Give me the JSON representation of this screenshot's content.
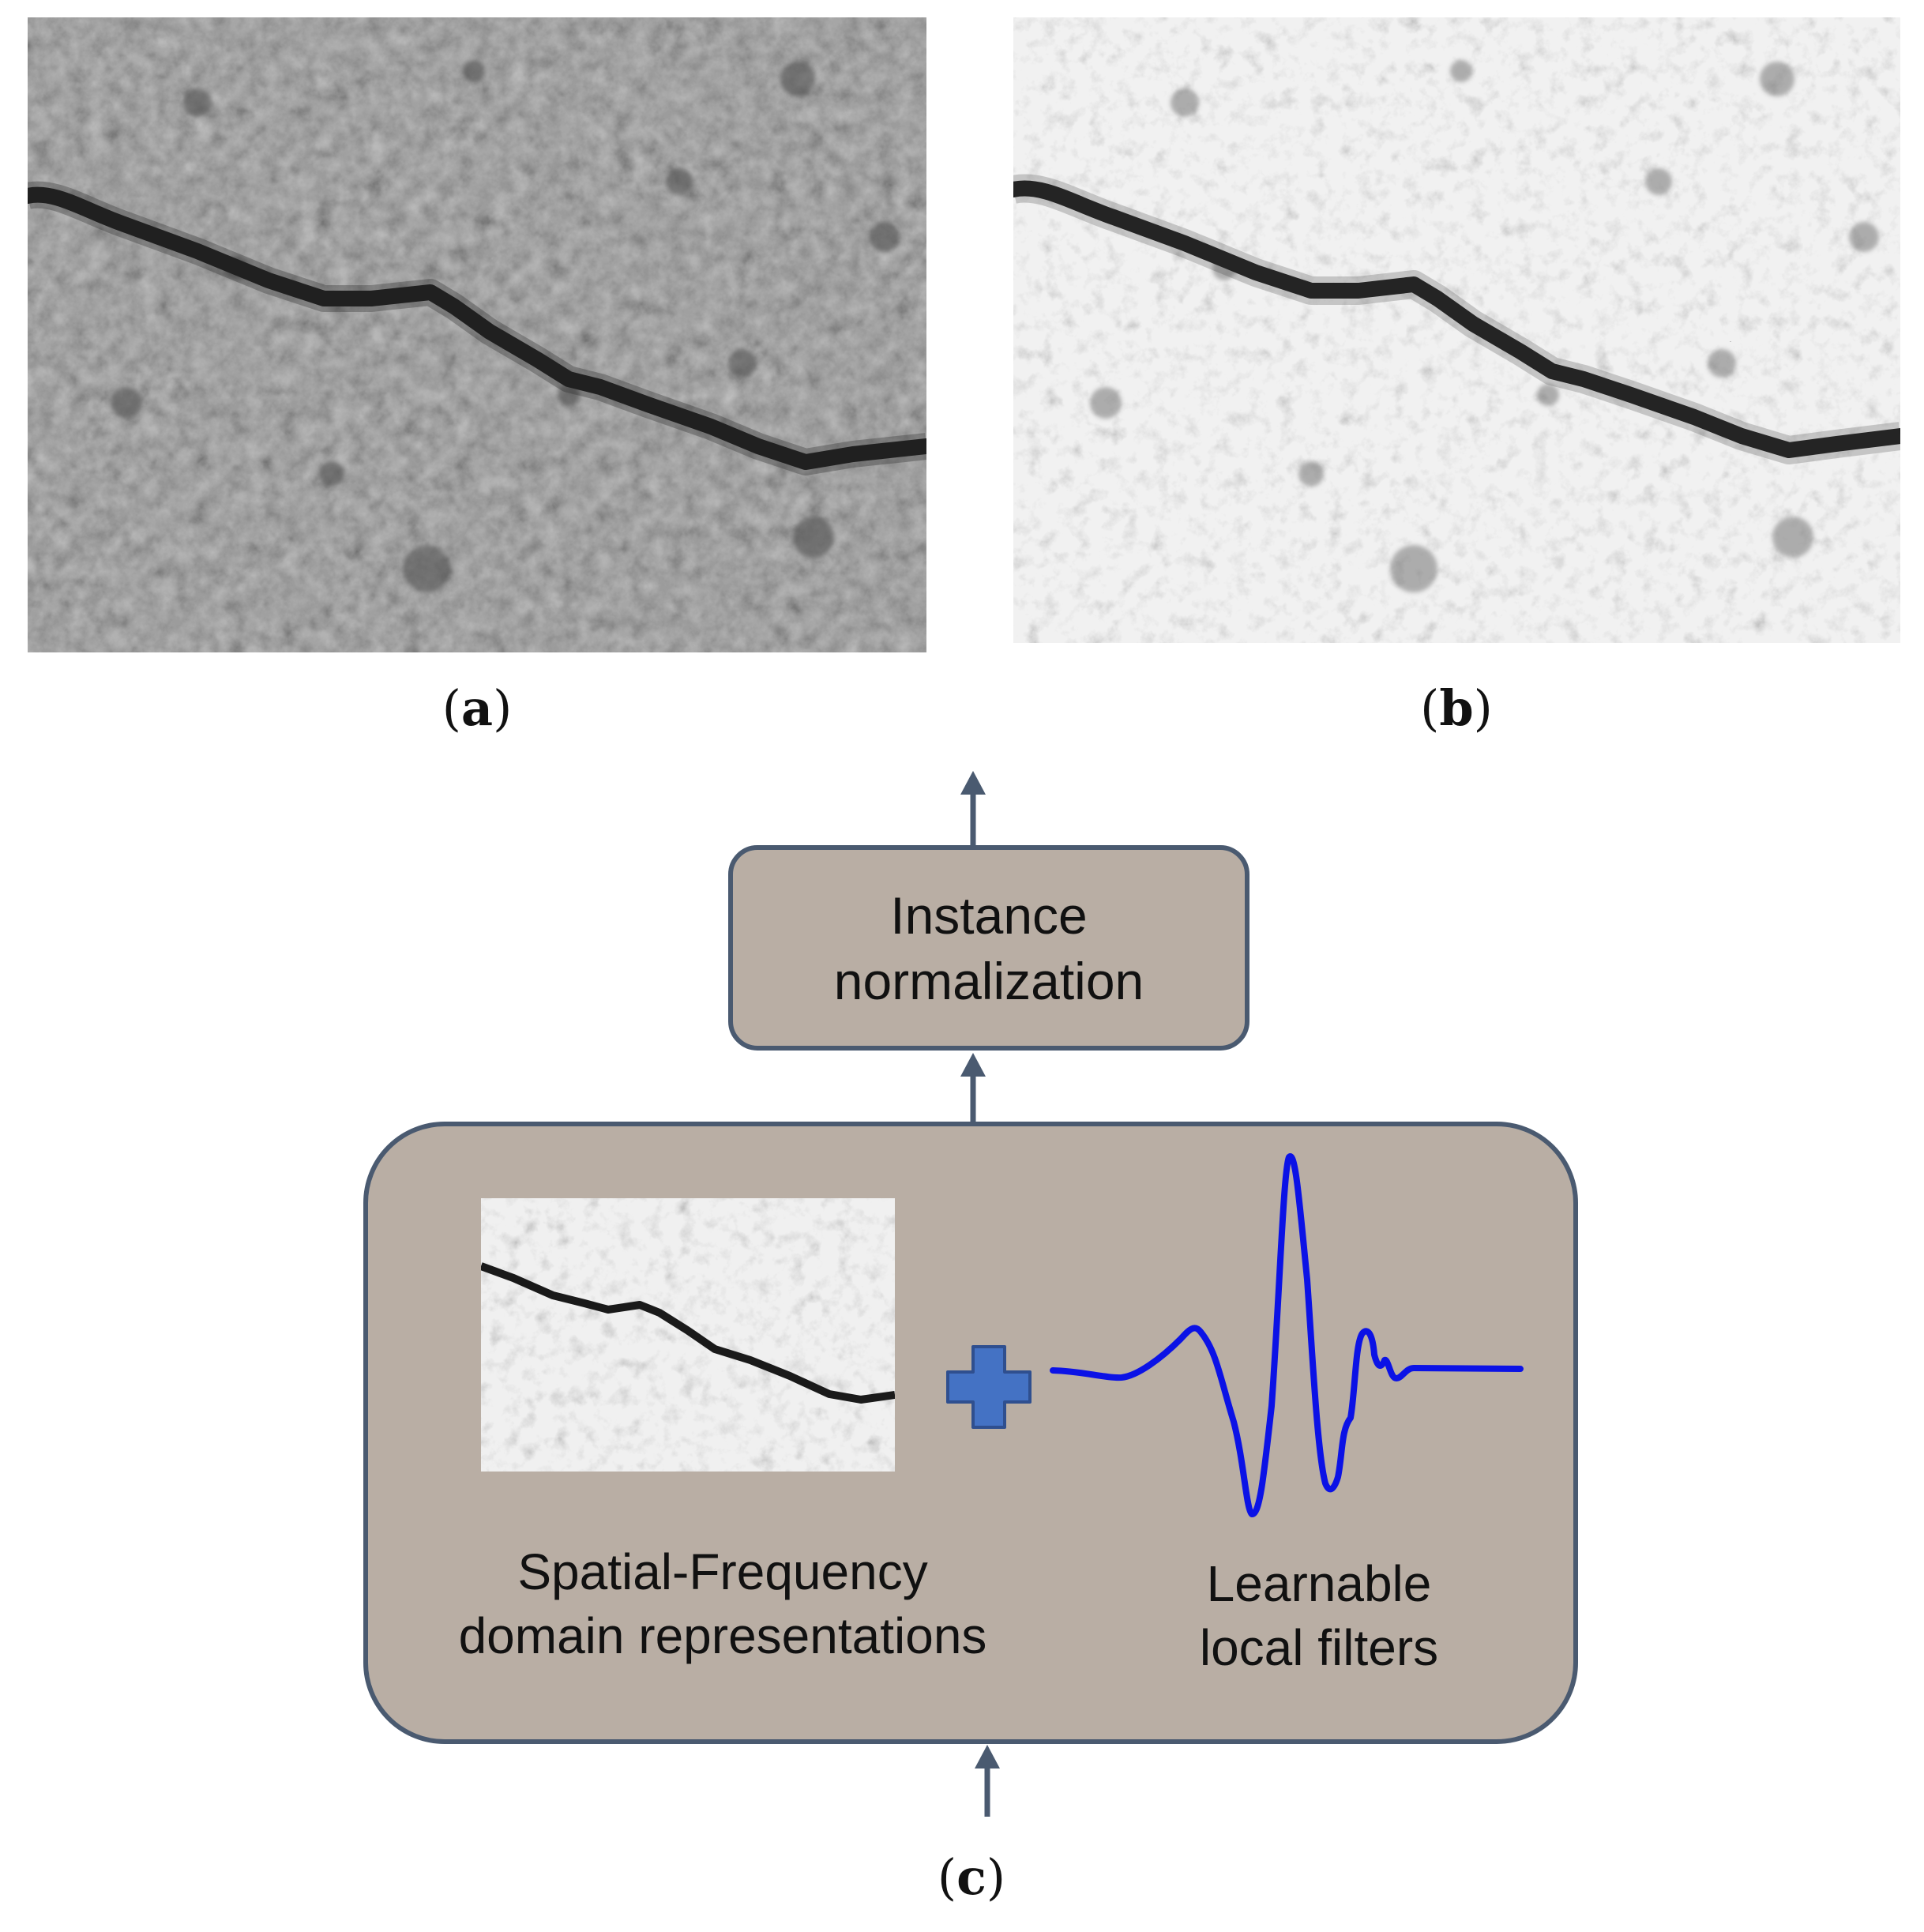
{
  "panels": {
    "a": {
      "open": "(",
      "letter": "a",
      "close": ")"
    },
    "b": {
      "open": "(",
      "letter": "b",
      "close": ")"
    },
    "c": {
      "open": "(",
      "letter": "c",
      "close": ")"
    }
  },
  "diagram": {
    "top_box": {
      "line1": "Instance",
      "line2": "normalization"
    },
    "bottom_box": {
      "left_caption": {
        "line1": "Spatial-Frequency",
        "line2": "domain representations"
      },
      "right_caption": {
        "line1": "Learnable",
        "line2": "local filters"
      }
    }
  },
  "colors": {
    "box_fill": "#b9aea4",
    "box_border": "#4a5a70",
    "arrow": "#4a5a70",
    "plus": "#4472c4",
    "wave": "#0b12e6"
  },
  "icons": {
    "combine": "plus-icon",
    "filter": "wavelet-icon",
    "flow": "arrow-up-icon"
  }
}
